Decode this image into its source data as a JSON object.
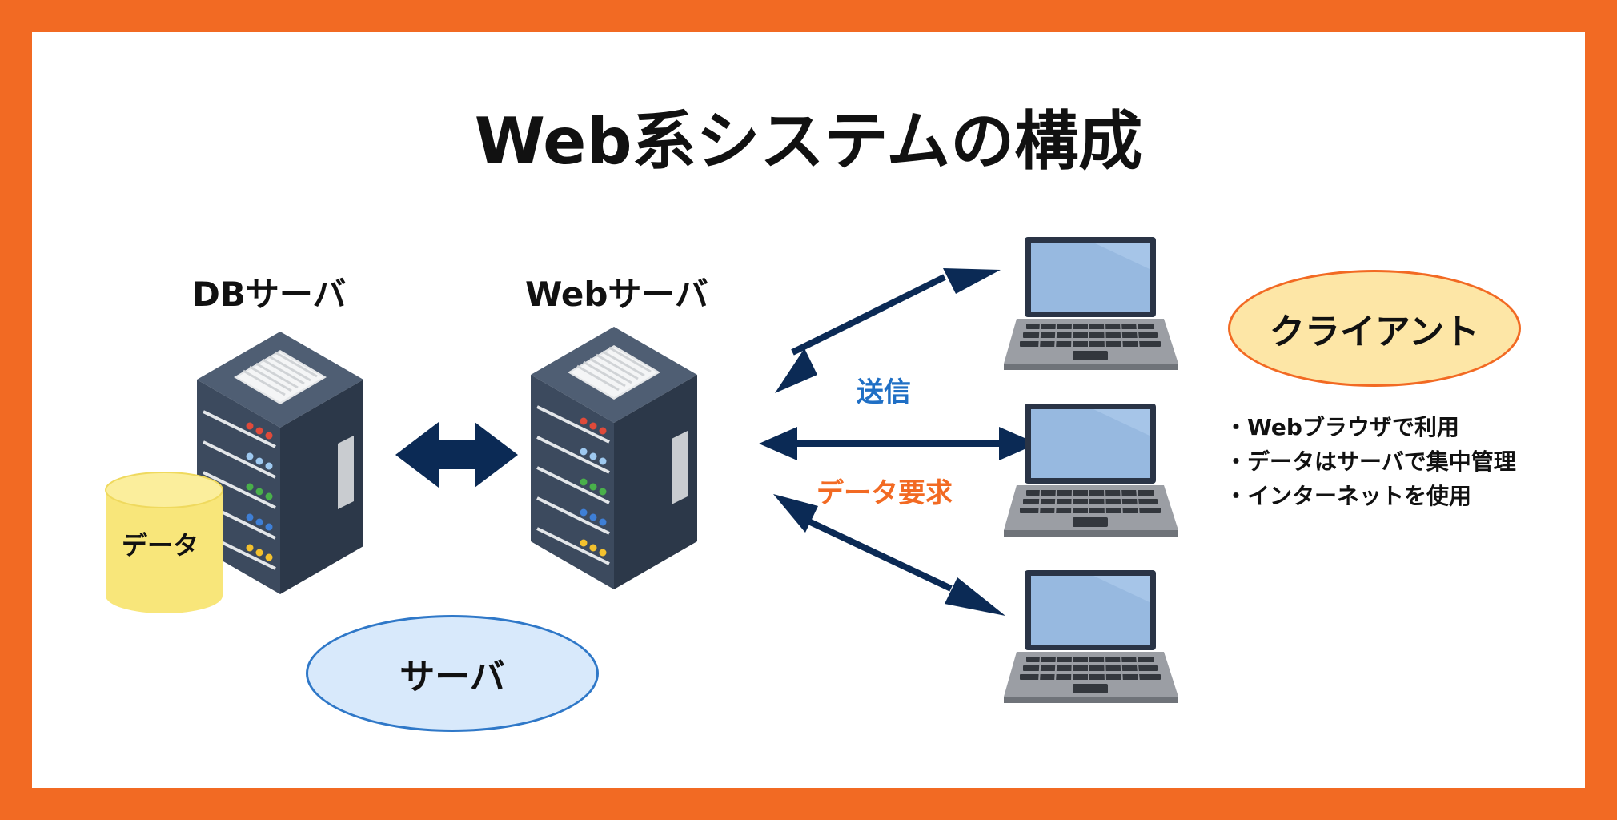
{
  "title": "Web系システムの構成",
  "db_server": {
    "label": "DBサーバ",
    "data_label": "データ"
  },
  "web_server": {
    "label": "Webサーバ"
  },
  "server_group": {
    "label": "サーバ"
  },
  "flows": {
    "send_label": "送信",
    "request_label": "データ要求"
  },
  "client_group": {
    "label": "クライアント",
    "notes": [
      "Webブラウザで利用",
      "データはサーバで集中管理",
      "インターネットを使用"
    ]
  },
  "colors": {
    "frame": "#F26A23",
    "navy": "#0B2A55",
    "send_text": "#1F6FC5",
    "request_text": "#F26A23",
    "server_body": "#3C4A5E",
    "data_cylinder": "#F8E67A",
    "server_ellipse": "#D8E9FB",
    "client_ellipse": "#FDE6A6"
  },
  "icons": [
    "db-server-icon",
    "web-server-icon",
    "database-cylinder-icon",
    "laptop-icon"
  ]
}
